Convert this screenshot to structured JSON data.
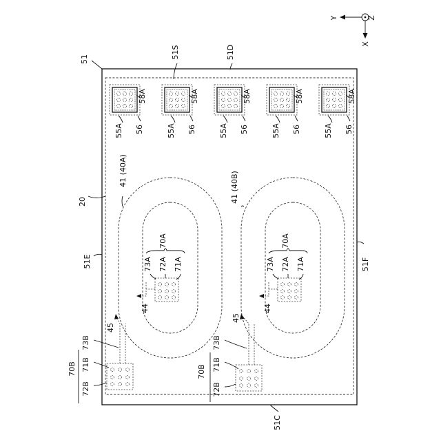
{
  "labels": {
    "fig": "51",
    "s_edge": "51S",
    "d_edge": "51D",
    "e_edge": "51E",
    "f_edge": "51F",
    "c_edge": "51C",
    "board": "20",
    "coil_a": "41 (40A)",
    "coil_b": "41 (40B)",
    "group_b": "70B",
    "m_72b": "72B",
    "m_71b": "71B",
    "m_73b": "73B",
    "group_a": "70A",
    "m_73a": "73A",
    "m_72a": "72A",
    "m_71a": "71A",
    "n44": "44",
    "n45": "45",
    "pad": "55A",
    "n56": "56",
    "n58": "58A"
  },
  "axes": {
    "y": "Y",
    "z": "Z",
    "x": "X"
  }
}
